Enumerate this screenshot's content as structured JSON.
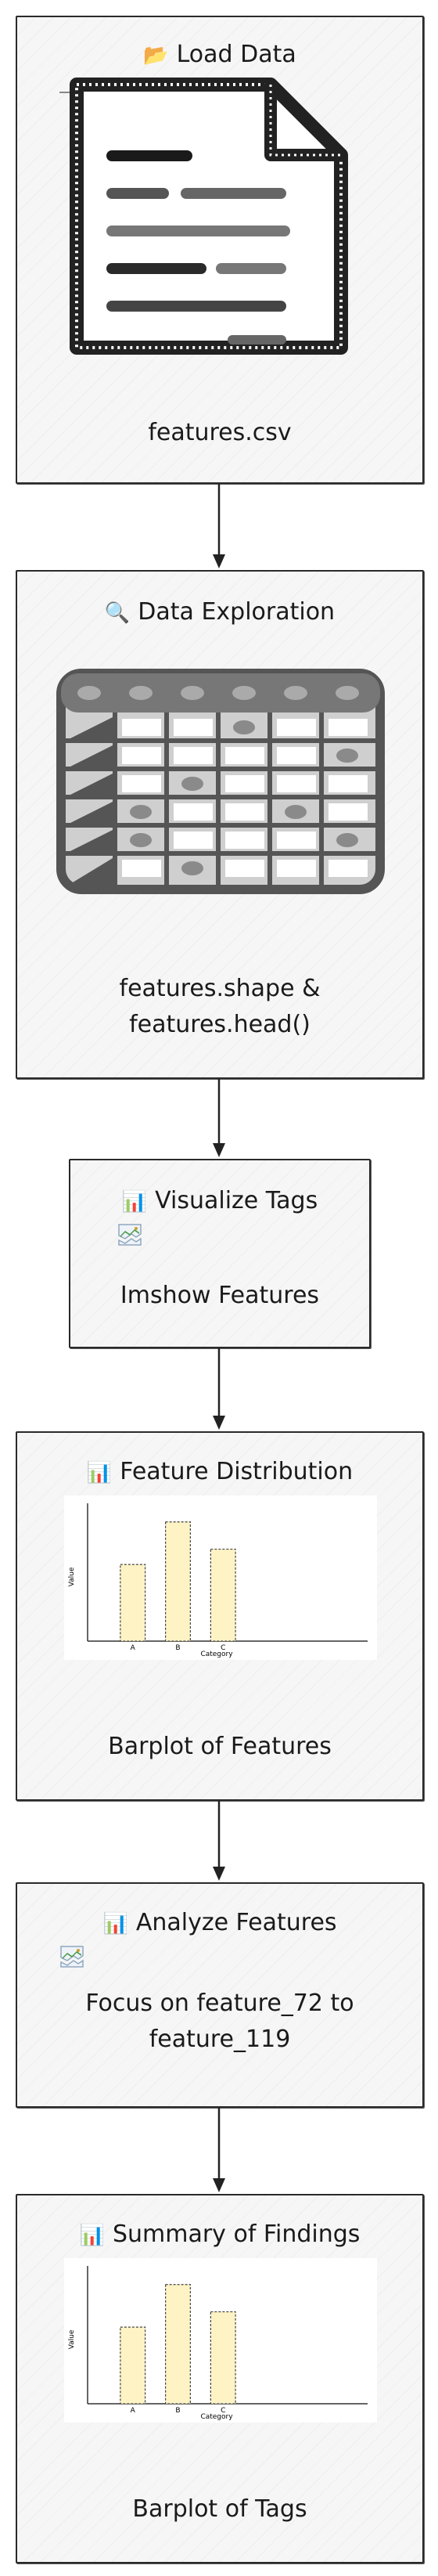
{
  "nodes": {
    "load_data": {
      "icon": "📂",
      "title": "Load Data",
      "caption": "features.csv"
    },
    "data_exploration": {
      "icon": "🔍",
      "title": "Data Exploration",
      "caption_line1": "features.shape &",
      "caption_line2": "features.head()"
    },
    "visualize_tags": {
      "icon": "📊",
      "title": "Visualize Tags",
      "caption": "Imshow Features"
    },
    "feature_distribution": {
      "icon": "📊",
      "title": "Feature Distribution",
      "caption": "Barplot of Features"
    },
    "analyze_features": {
      "icon": "📊",
      "title": "Analyze Features",
      "caption_line1": "Focus on feature_72 to",
      "caption_line2": "feature_119"
    },
    "summary_findings": {
      "icon": "📊",
      "title": "Summary of Findings",
      "caption": "Barplot of Tags"
    }
  },
  "bar_thumbnail": {
    "ylabel": "Value",
    "xlabel": "Category",
    "categories": [
      "A",
      "B",
      "C"
    ],
    "values": [
      4.5,
      7,
      5.4
    ],
    "ylim": [
      0,
      8
    ],
    "bar_color": "#fdf3c4"
  },
  "icons": {
    "document": "document-icon",
    "table": "table-icon",
    "broken_image": "broken-image-icon",
    "chart": "bar-chart-icon"
  }
}
